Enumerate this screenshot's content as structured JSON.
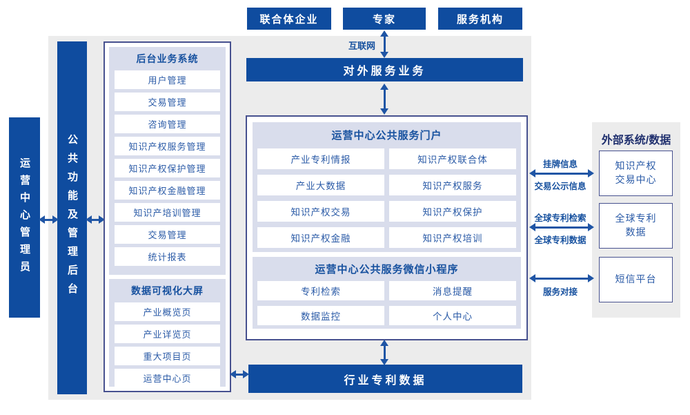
{
  "colors": {
    "primary_blue": "#0F4C9F",
    "border_navy": "#47518F",
    "panel_lavender": "#D9DDEC",
    "canvas_gray": "#ECECEC",
    "arrow_blue": "#1F55A5",
    "item_text_blue": "#2B5BA7",
    "title_text_blue": "#17519F",
    "right_title_navy": "#20306E"
  },
  "top_actors": {
    "items": [
      "联合体企业",
      "专家",
      "服务机构"
    ]
  },
  "internet_label": "互联网",
  "external_service_bar": "对外服务业务",
  "industry_data_bar": "行业专利数据",
  "left": {
    "admin_bar": "运营中心管理员",
    "common_bar": "公共功能及管理后台",
    "backend_system": {
      "title": "后台业务系统",
      "items": [
        "用户管理",
        "交易管理",
        "咨询管理",
        "知识产权服务管理",
        "知识产权保护管理",
        "知识产权金融管理",
        "知识产培训管理",
        "交易管理",
        "统计报表"
      ]
    },
    "data_visualization": {
      "title": "数据可视化大屏",
      "items": [
        "产业概览页",
        "产业详览页",
        "重大项目页",
        "运营中心页"
      ]
    }
  },
  "center": {
    "portal": {
      "title": "运营中心公共服务门户",
      "items": [
        "产业专利情报",
        "知识产权联合体",
        "产业大数据",
        "知识产权服务",
        "知识产权交易",
        "知识产权保护",
        "知识产权金融",
        "知识产权培训"
      ]
    },
    "mini_program": {
      "title": "运营中心公共服务微信小程序",
      "items": [
        "专利检索",
        "消息提醒",
        "数据监控",
        "个人中心"
      ]
    }
  },
  "right": {
    "title": "外部系统/数据",
    "systems": [
      "知识产权\n交易中心",
      "全球专利\n数据",
      "短信平台"
    ],
    "link_labels": {
      "l1_top": "挂牌信息",
      "l1_bottom": "交易公示信息",
      "l2_top": "全球专利检索",
      "l2_bottom": "全球专利数据",
      "l3_bottom": "服务对接"
    }
  }
}
